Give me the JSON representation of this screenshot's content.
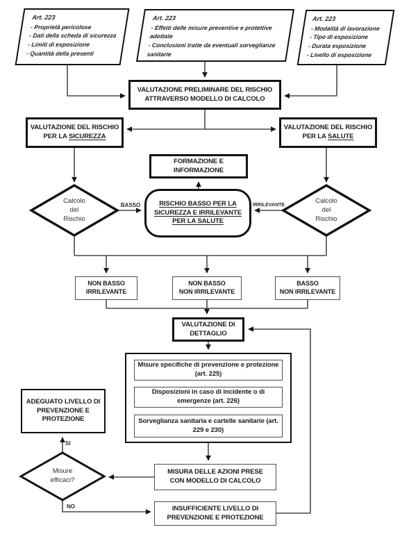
{
  "colors": {
    "background": "#ffffff",
    "node_border": "#111111",
    "thin_border": "#4d4d4d",
    "line": "#4a4a4a",
    "text": "#1a1a1a"
  },
  "inputs": [
    {
      "title": "Art. 223",
      "items": [
        "- Proprietà pericolose",
        "- Dati della scheda di sicurezza",
        "- Limiti di esposizione",
        "- Quantità della presenti"
      ]
    },
    {
      "title": "Art. 223",
      "items": [
        "- Effetti delle misure preventive e protettive adottate",
        "- Conclusioni tratte da eventuali sorveglianze sanitarie"
      ]
    },
    {
      "title": "Art. 223",
      "items": [
        "- Modalità di lavorazione",
        "- Tipo di esposizione",
        "- Durata esposizione",
        "- Livello di esposizione"
      ]
    }
  ],
  "nodes": {
    "preliminare_l1": "VALUTAZIONE PRELIMINARE DEL RISCHIO",
    "preliminare_l2": "ATTRAVERSO MODELLO DI CALCOLO",
    "sicurezza_l1": "VALUTAZIONE DEL RISCHIO",
    "sicurezza_l2_prefix": "PER LA ",
    "sicurezza_l2_u": "SICUREZZA",
    "salute_l1": "VALUTAZIONE DEL RISCHIO",
    "salute_l2_prefix": "PER LA ",
    "salute_l2_u": "SALUTE",
    "formazione_l1": "FORMAZIONE E",
    "formazione_l2": "INFORMAZIONE",
    "rischio_basso_l1": "RISCHIO BASSO PER LA",
    "rischio_basso_l2": "SICUREZZA E IRRILEVANTE",
    "rischio_basso_l3": "PER LA SALUTE",
    "calcolo_l1": "Calcolo",
    "calcolo_l2": "del",
    "calcolo_l3": "Rischio",
    "non_basso_irr_l1": "NON BASSO",
    "non_basso_irr_l2": "IRRILEVANTE",
    "non_basso_non_irr_l1": "NON BASSO",
    "non_basso_non_irr_l2": "NON IRRILEVANTE",
    "basso_non_irr_l1": "BASSO",
    "basso_non_irr_l2": "NON IRRILEVANTE",
    "dettaglio_l1": "VALUTAZIONE DI",
    "dettaglio_l2": "DETTAGLIO",
    "misure_specifiche": "Misure specifiche di prevenzione e protezione (art. 225)",
    "disposizioni": "Disposizioni in caso di incidente o di emergenze (art. 226)",
    "sorveglianza": "Sorveglianza sanitaria e cartelle sanitarie (art. 229 e 230)",
    "adeguato_l1": "ADEGUATO LIVELLO DI",
    "adeguato_l2": "PREVENZIONE E",
    "adeguato_l3": "PROTEZIONE",
    "efficaci_l1": "Misure",
    "efficaci_l2": "efficaci?",
    "misura_azioni_l1": "MISURA DELLE AZIONI PRESE",
    "misura_azioni_l2": "CON MODELLO DI CALCOLO",
    "insufficiente_l1": "INSUFFICIENTE LIVELLO DI",
    "insufficiente_l2": "PREVENZIONE E PROTEZIONE"
  },
  "edge_labels": {
    "basso": "BASSO",
    "irrilevante": "IRRILEVANTE",
    "si": "SI",
    "no": "NO"
  }
}
